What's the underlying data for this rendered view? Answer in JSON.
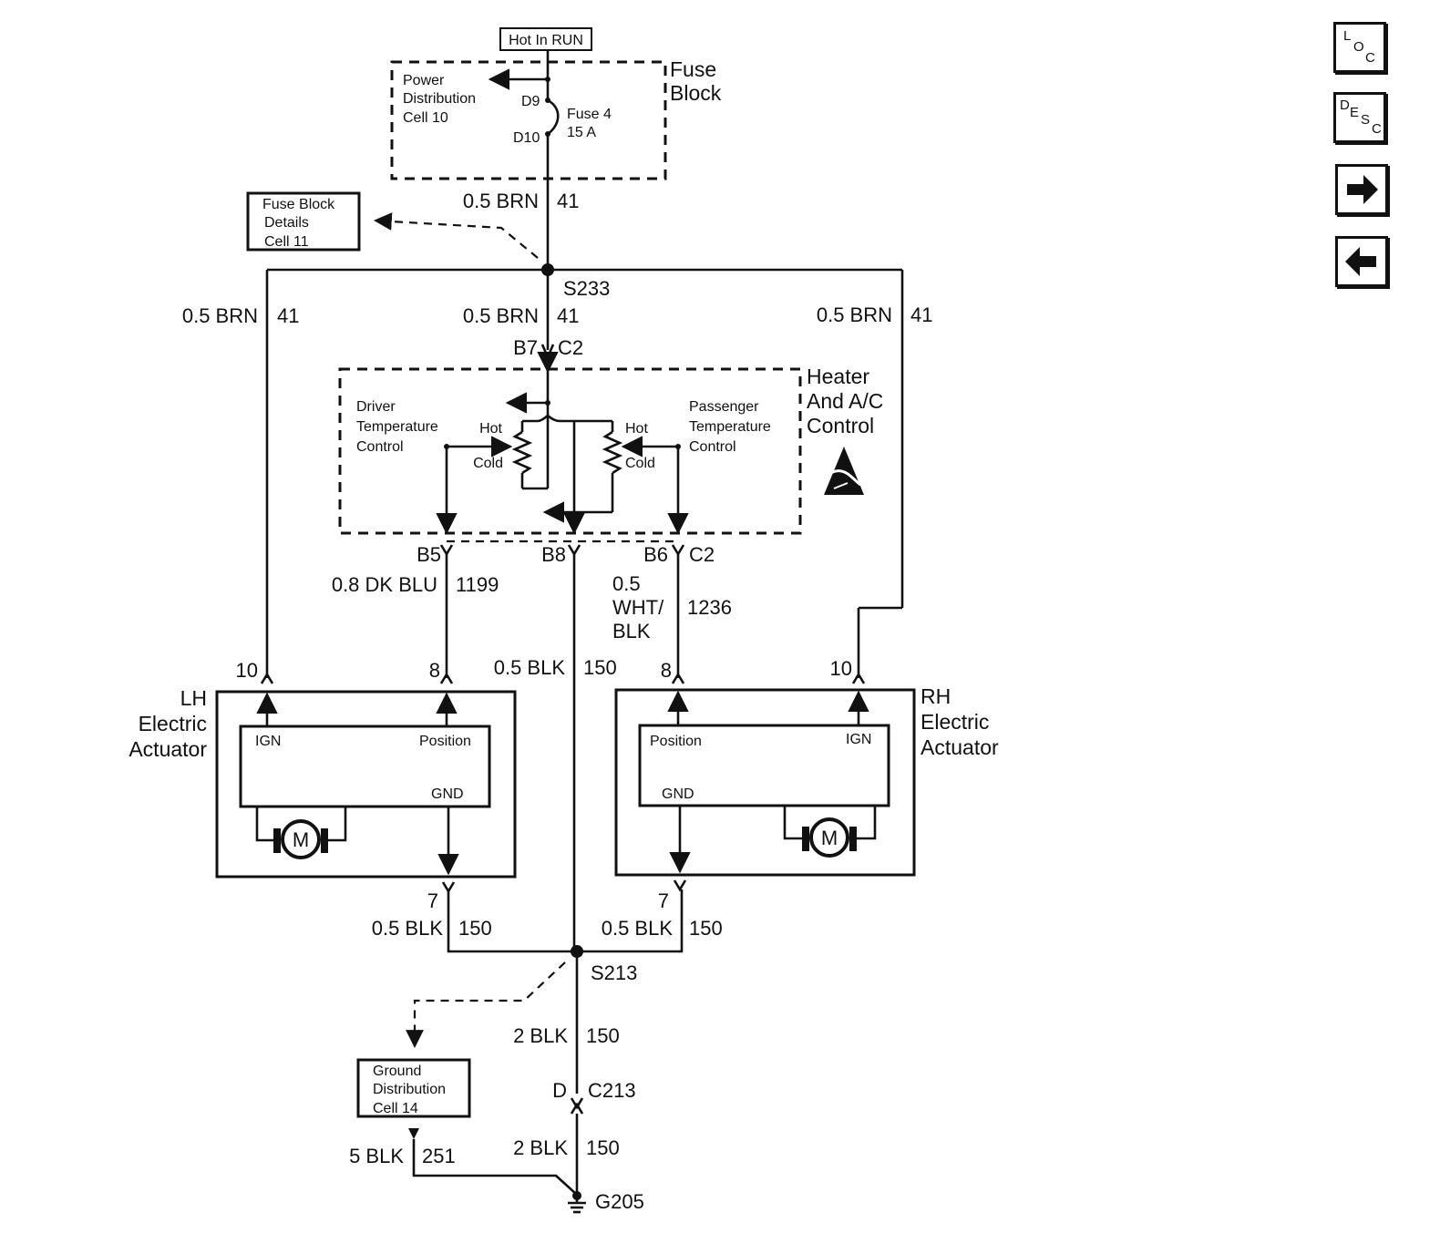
{
  "fuse_block": {
    "hot_label": "Hot In RUN",
    "title_line1": "Fuse",
    "title_line2": "Block",
    "pd_line1": "Power",
    "pd_line2": "Distribution",
    "pd_line3": "Cell 10",
    "pin_d9": "D9",
    "pin_d10": "D10",
    "fuse_line1": "Fuse 4",
    "fuse_line2": "15 A"
  },
  "fuse_details": {
    "line1": "Fuse Block",
    "line2": "Details",
    "line3": "Cell 11"
  },
  "wires": {
    "brn_gauge": "0.5 BRN",
    "brn_circuit": "41",
    "dkblu_gauge": "0.8 DK BLU",
    "dkblu_circuit": "1199",
    "whtblk_line1": "0.5",
    "whtblk_line2": "WHT/",
    "whtblk_line3": "BLK",
    "whtblk_circuit": "1236",
    "blk_gauge": "0.5 BLK",
    "blk_circuit": "150",
    "blk2_gauge": "2 BLK",
    "blk5_gauge": "5 BLK",
    "blk5_circuit": "251"
  },
  "splices": {
    "top": "S233",
    "bottom": "S213"
  },
  "connectors": {
    "b7": "B7",
    "c2_top": "C2",
    "b5": "B5",
    "b8": "B8",
    "b6": "B6",
    "c2_bottom": "C2",
    "pin10": "10",
    "pin8": "8",
    "pin7": "7",
    "d": "D",
    "c213": "C213"
  },
  "hvac": {
    "title_line1": "Heater",
    "title_line2": "And A/C",
    "title_line3": "Control",
    "driver_line1": "Driver",
    "driver_line2": "Temperature",
    "driver_line3": "Control",
    "pass_line1": "Passenger",
    "pass_line2": "Temperature",
    "pass_line3": "Control",
    "hot": "Hot",
    "cold": "Cold"
  },
  "lh_actuator": {
    "title_line1": "LH",
    "title_line2": "Electric",
    "title_line3": "Actuator",
    "ign": "IGN",
    "position": "Position",
    "gnd": "GND",
    "motor": "M"
  },
  "rh_actuator": {
    "title_line1": "RH",
    "title_line2": "Electric",
    "title_line3": "Actuator",
    "ign": "IGN",
    "position": "Position",
    "gnd": "GND",
    "motor": "M"
  },
  "ground_dist": {
    "line1": "Ground",
    "line2": "Distribution",
    "line3": "Cell 14"
  },
  "ground": {
    "label": "G205"
  },
  "nav": {
    "loc_l": "L",
    "loc_o": "O",
    "loc_c": "C",
    "desc_d": "D",
    "desc_e": "E",
    "desc_s": "S",
    "desc_c": "C",
    "forward_icon": "arrow-right-icon",
    "back_icon": "arrow-left-icon"
  }
}
